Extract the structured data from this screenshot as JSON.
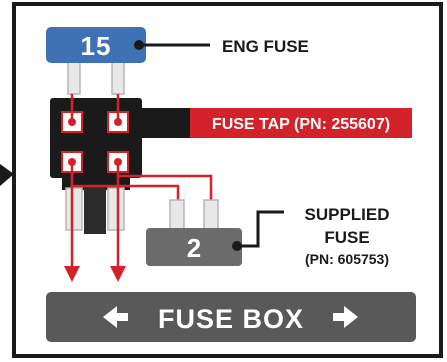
{
  "top_fuse": {
    "number": "15",
    "label": "ENG FUSE",
    "color": "#3f72b5"
  },
  "fuse_tap": {
    "label": "FUSE TAP (PN: 255607)",
    "color": "#d3222a"
  },
  "supplied_fuse": {
    "number": "2",
    "label_line1": "SUPPLIED",
    "label_line2": "FUSE",
    "part_number": "(PN: 605753)",
    "color": "#6b6b6b"
  },
  "fuse_box": {
    "label": "FUSE BOX",
    "left_arrow_icon": "arrow-left-icon",
    "right_arrow_icon": "arrow-right-icon",
    "color": "#595959"
  },
  "wire_color": "#d3222a",
  "border_color": "#1a1a1a"
}
